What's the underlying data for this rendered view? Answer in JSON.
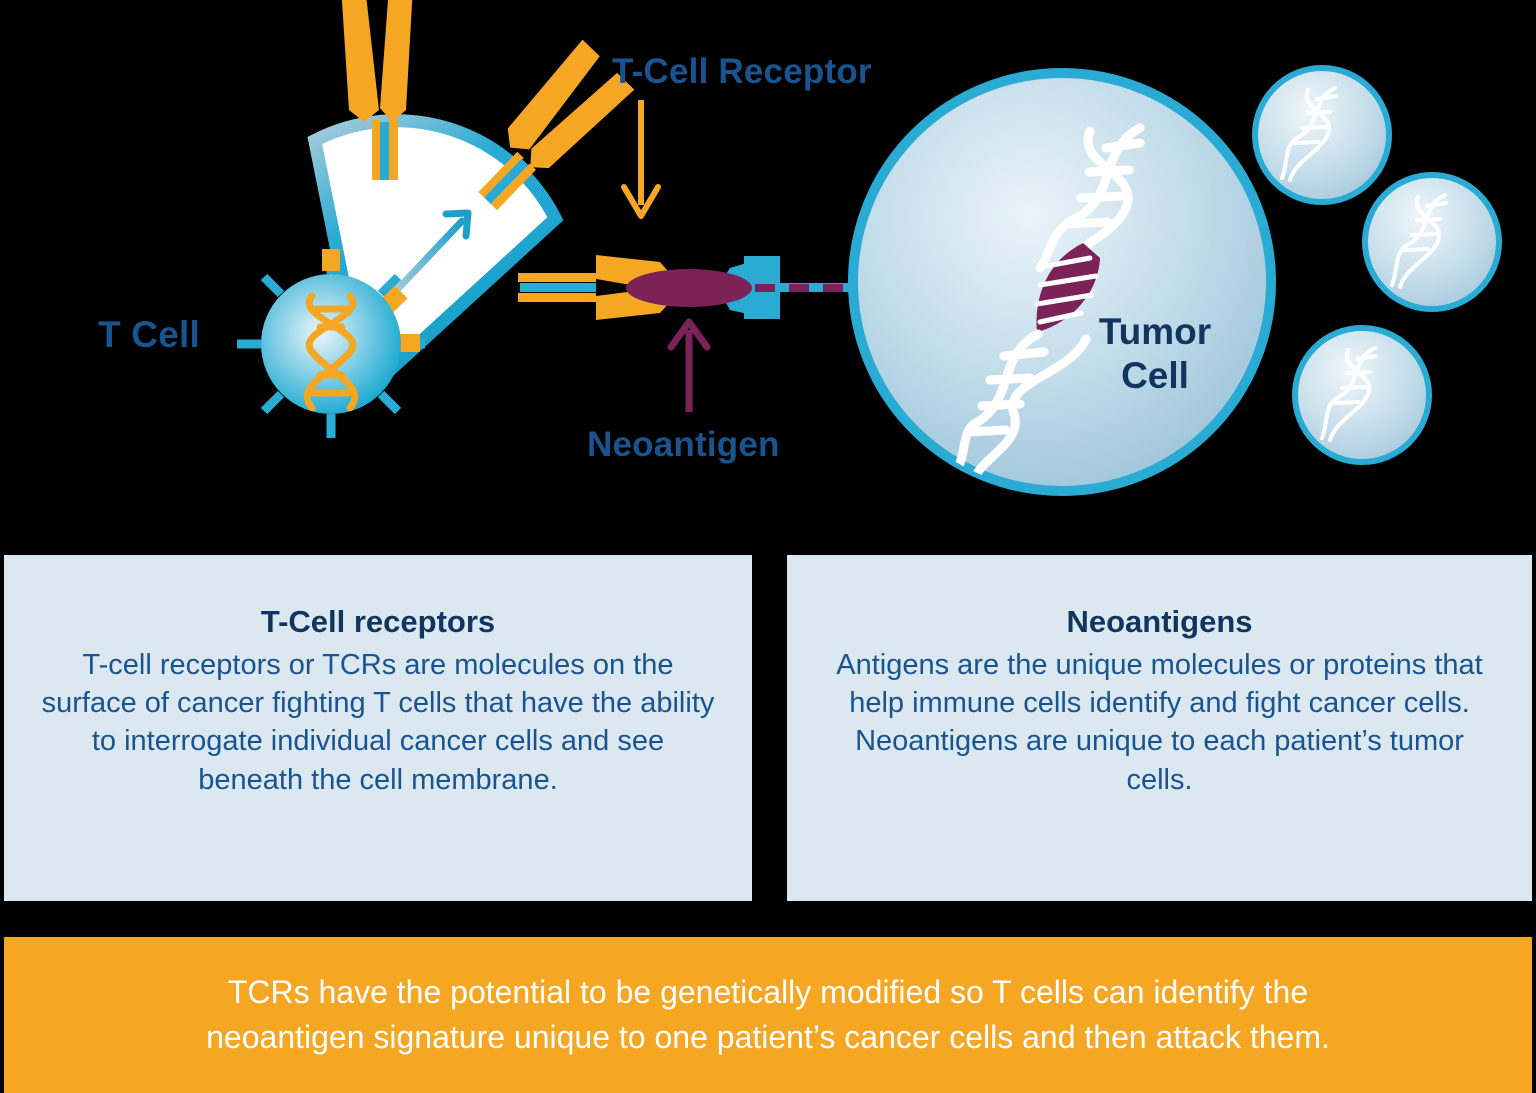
{
  "diagram": {
    "labels": {
      "t_cell": "T Cell",
      "t_cell_receptor": "T-Cell Receptor",
      "neoantigen": "Neoantigen",
      "tumor_cell": "Tumor\nCell"
    },
    "colors": {
      "cyan": "#29ABD4",
      "cyan_dark": "#0E9BC6",
      "orange": "#F5A623",
      "purple": "#7B2259",
      "label_blue": "#1A5490",
      "navy": "#10365F",
      "cell_fill_light": "#DCEAF2",
      "cell_fill_mid": "#A8CBDE",
      "white": "#FFFFFF"
    },
    "elements": {
      "t_cell_description": "small cyan sphere with orange DNA helix and cyan surface receptor spikes",
      "magnifier_description": "white half-disc magnification wedge with cyan arc rim and blue gradient arrow",
      "tcr_description": "Y-shaped orange T-cell receptors on the magnified membrane surface",
      "neoantigen_description": "purple ellipse clamped between an orange TCR claw and a cyan MHC claw",
      "tumor_cell_description": "large pale-blue sphere with cyan rim containing a white DNA helix with one purple mutated segment",
      "satellite_cells": 3,
      "dashed_link_description": "purple dashed line connecting the neoantigen to the mutated DNA segment"
    }
  },
  "panels": [
    {
      "title": "T-Cell receptors",
      "body": "T-cell receptors or TCRs are molecules on the surface of cancer fighting T cells that have the ability to interrogate individual cancer cells and see beneath the cell membrane."
    },
    {
      "title": "Neoantigens",
      "body": "Antigens are the unique molecules or proteins that help immune cells identify and fight cancer cells. Neoantigens are unique to each patient’s tumor cells."
    }
  ],
  "banner": {
    "text": "TCRs have the potential to be genetically modified so T cells can identify the\nneoantigen signature unique to one patient’s cancer cells and then attack them."
  }
}
